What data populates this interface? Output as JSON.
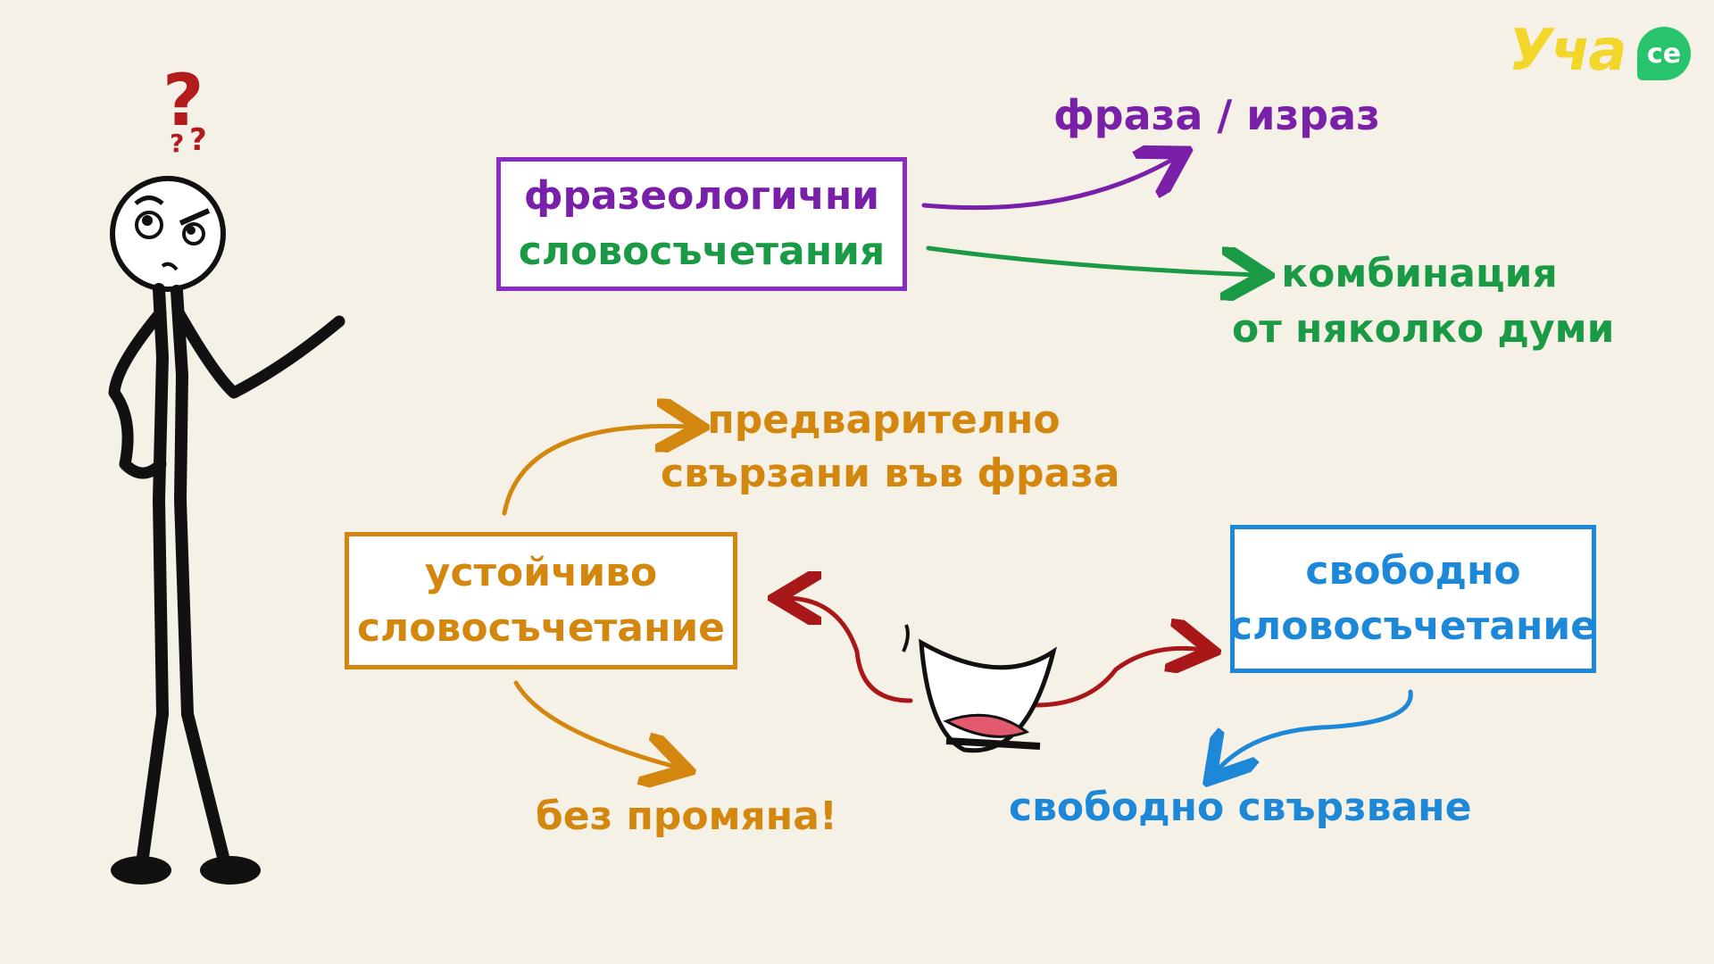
{
  "logo": {
    "text": "Уча",
    "badge": "се"
  },
  "figure": {
    "question_marks": "?"
  },
  "nodes": {
    "phraseological": {
      "line1": "фразеологични",
      "line2": "словосъчетания",
      "color1": "#7a1fa8",
      "color2": "#1a9a45",
      "border": "#8a2cc4"
    },
    "stable": {
      "line1": "устойчиво",
      "line2": "словосъчетание",
      "color": "#d4870f"
    },
    "free": {
      "line1": "свободно",
      "line2": "словосъчетание",
      "color": "#1e88d8"
    }
  },
  "labels": {
    "phrase": "фраза / израз",
    "combination_line1": "комбинация",
    "combination_line2": "от няколко думи",
    "preconnected_line1": "предварително",
    "preconnected_line2": "свързани във фраза",
    "no_change": "без промяна!",
    "free_binding": "свободно свързване"
  },
  "colors": {
    "purple": "#7a1fa8",
    "green": "#1a9a45",
    "orange": "#d4870f",
    "blue": "#1e88d8",
    "red": "#a81818",
    "background": "#f6f1e6"
  }
}
